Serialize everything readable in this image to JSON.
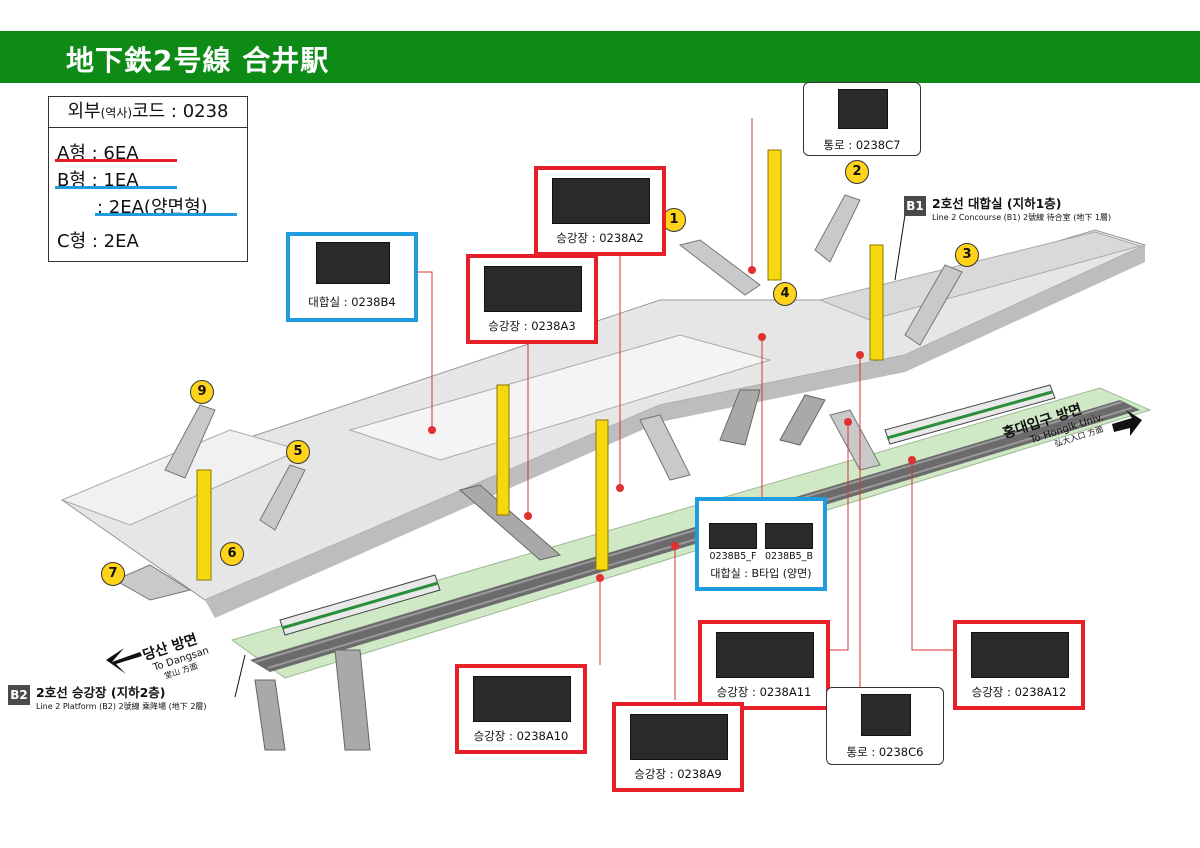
{
  "header": {
    "title": "地下鉄2号線 合井駅"
  },
  "legend": {
    "code_prefix": "외부",
    "code_small": "(역사)",
    "code_suffix": "코드 : 0238",
    "a_type": "A형 : 6EA",
    "b_type": "B형 : 1EA",
    "b_type_both": ": 2EA(양면형)",
    "c_type": "C형 : 2EA"
  },
  "cards": {
    "b4": "대합실 : 0238B4",
    "a2": "승강장 : 0238A2",
    "a3": "승강장 : 0238A3",
    "c7": "통로 : 0238C7",
    "b5_f": "0238B5_F",
    "b5_b": "0238B5_B",
    "b5_caption": "대합실 : B타입 (양면)",
    "a11": "승강장 : 0238A11",
    "a12": "승강장 : 0238A12",
    "a10": "승강장 : 0238A10",
    "a9": "승강장 : 0238A9",
    "c6": "통로 : 0238C6"
  },
  "levels": {
    "b1_badge": "B1",
    "b1_title": "2호선 대합실 (지하1층)",
    "b1_sub": "Line 2 Concourse (B1) 2號線 待合室 (地下 1層)",
    "b2_badge": "B2",
    "b2_title": "2호선 승강장 (지하2층)",
    "b2_sub": "Line 2 Platform (B2) 2號線 乘降場 (地下 2層)"
  },
  "directions": {
    "right_ko": "홍대입구 방면",
    "right_en": "To Hongik Univ.",
    "right_cn": "弘大入口 方面",
    "left_ko": "당산 방면",
    "left_en": "To Dangsan",
    "left_cn": "堂山 方面"
  },
  "exits": [
    "1",
    "2",
    "3",
    "4",
    "5",
    "6",
    "7",
    "9"
  ],
  "colors": {
    "header": "#0e8a16",
    "a_type": "#e8202a",
    "b_type": "#1f9be0",
    "c_type": "#333333",
    "pillar": "#f5d80f",
    "platform": "#cfe8c6",
    "concourse": "#e6e6e6"
  }
}
